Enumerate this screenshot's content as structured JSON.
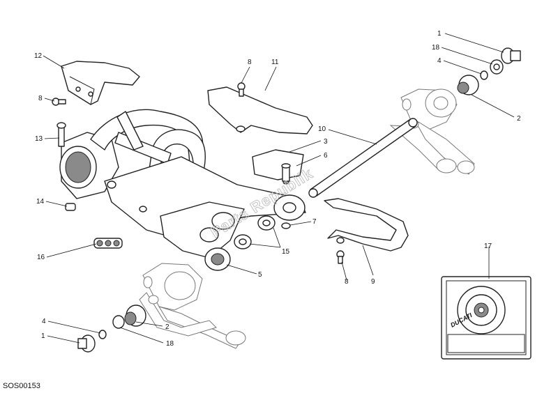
{
  "diagram_code": "SOS00153",
  "watermark": "Parts Republik",
  "kit_brand": "DUCATI",
  "callouts": [
    {
      "id": "c1a",
      "label": "1"
    },
    {
      "id": "c18a",
      "label": "18"
    },
    {
      "id": "c4a",
      "label": "4"
    },
    {
      "id": "c2a",
      "label": "2"
    },
    {
      "id": "c12",
      "label": "12"
    },
    {
      "id": "c8a",
      "label": "8"
    },
    {
      "id": "c13",
      "label": "13"
    },
    {
      "id": "c14",
      "label": "14"
    },
    {
      "id": "c16",
      "label": "16"
    },
    {
      "id": "c4b",
      "label": "4"
    },
    {
      "id": "c1b",
      "label": "1"
    },
    {
      "id": "c2b",
      "label": "2"
    },
    {
      "id": "c18b",
      "label": "18"
    },
    {
      "id": "c8b",
      "label": "8"
    },
    {
      "id": "c11",
      "label": "11"
    },
    {
      "id": "c10",
      "label": "10"
    },
    {
      "id": "c3",
      "label": "3"
    },
    {
      "id": "c6",
      "label": "6"
    },
    {
      "id": "c7",
      "label": "7"
    },
    {
      "id": "c15",
      "label": "15"
    },
    {
      "id": "c5",
      "label": "5"
    },
    {
      "id": "c8c",
      "label": "8"
    },
    {
      "id": "c9",
      "label": "9"
    },
    {
      "id": "c17",
      "label": "17"
    }
  ]
}
